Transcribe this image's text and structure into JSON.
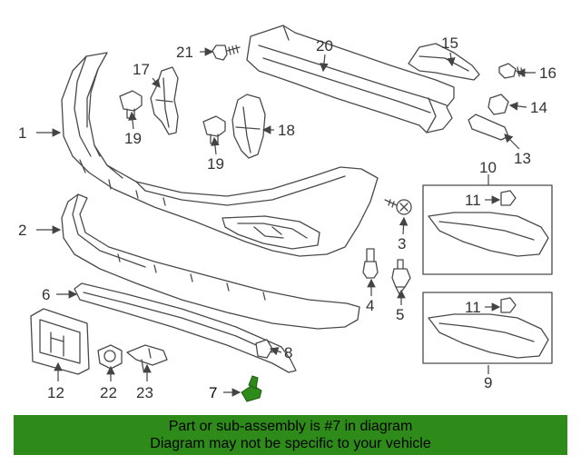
{
  "diagram": {
    "labels": {
      "p1": "1",
      "p2": "2",
      "p3": "3",
      "p4": "4",
      "p5": "5",
      "p6": "6",
      "p7": "7",
      "p8": "8",
      "p9": "9",
      "p10": "10",
      "p11a": "11",
      "p11b": "11",
      "p12": "12",
      "p13": "13",
      "p14": "14",
      "p15": "15",
      "p16": "16",
      "p17": "17",
      "p18": "18",
      "p19a": "19",
      "p19b": "19",
      "p20": "20",
      "p21": "21",
      "p22": "22",
      "p23": "23"
    },
    "highlight_color": "#2e8b1a",
    "line_color": "#4a4a4a"
  },
  "banner": {
    "line1": "Part or sub-assembly is #7 in diagram",
    "line2": "Diagram may not be specific to your vehicle",
    "color": "#2e8b1a"
  }
}
